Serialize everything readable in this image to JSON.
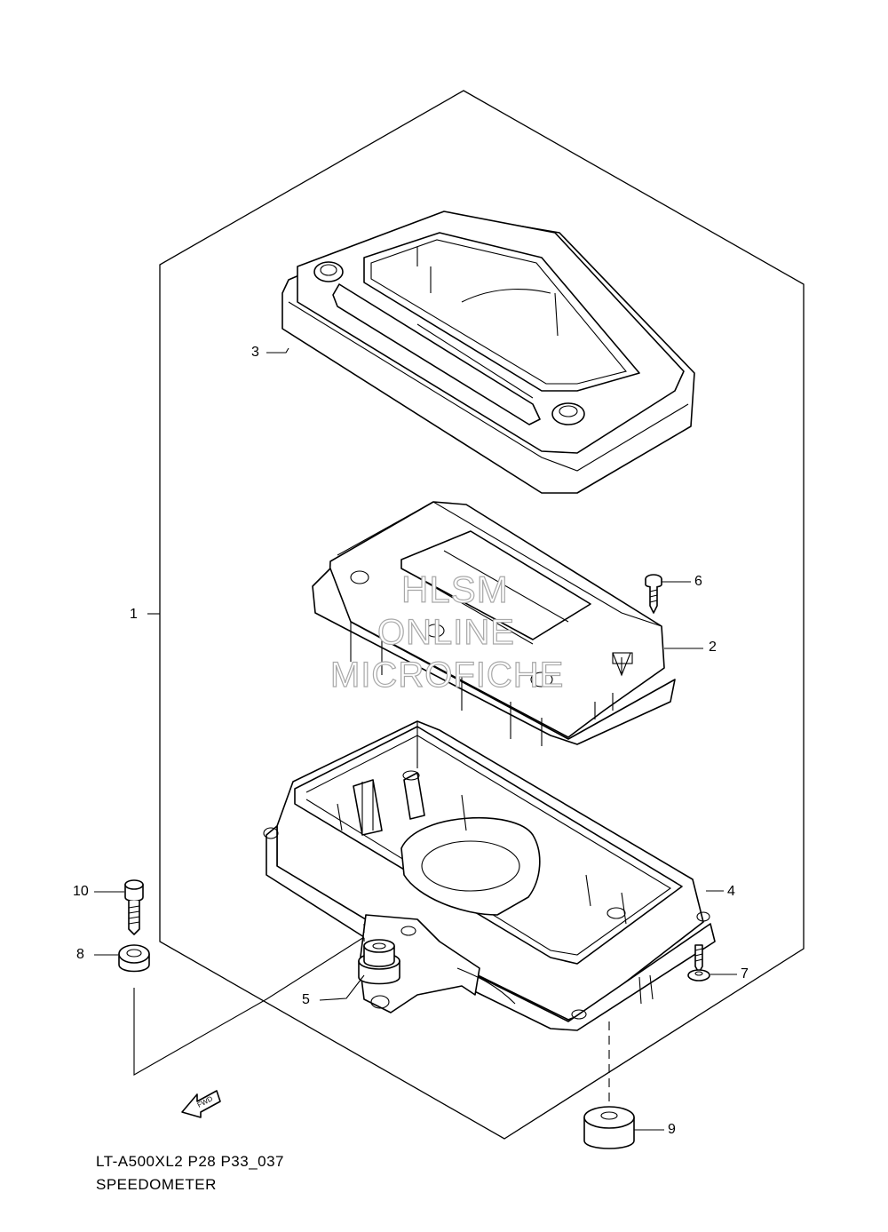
{
  "diagram": {
    "code": "LT-A500XL2 P28 P33_037",
    "title": "SPEEDOMETER",
    "fwd_label": "FWD",
    "watermark": [
      "HLSM",
      "ONLINE",
      "MICROFICHE"
    ],
    "callouts": [
      "1",
      "2",
      "3",
      "4",
      "5",
      "6",
      "7",
      "8",
      "9",
      "10"
    ]
  }
}
